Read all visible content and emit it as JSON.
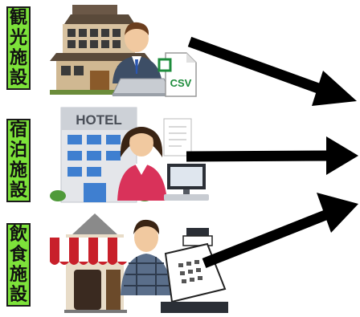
{
  "rows": [
    {
      "category": "観光施設",
      "chars": [
        "観",
        "光",
        "施",
        "設"
      ]
    },
    {
      "category": "宿泊施設",
      "chars": [
        "宿",
        "泊",
        "施",
        "設"
      ]
    },
    {
      "category": "飲食施設",
      "chars": [
        "飲",
        "食",
        "施",
        "設"
      ]
    }
  ],
  "hotel_sign": "HOTEL",
  "file_label": "CSV",
  "colors": {
    "label_bg": "#7de23a",
    "arrow": "#000000",
    "awning_red": "#c8202a"
  }
}
